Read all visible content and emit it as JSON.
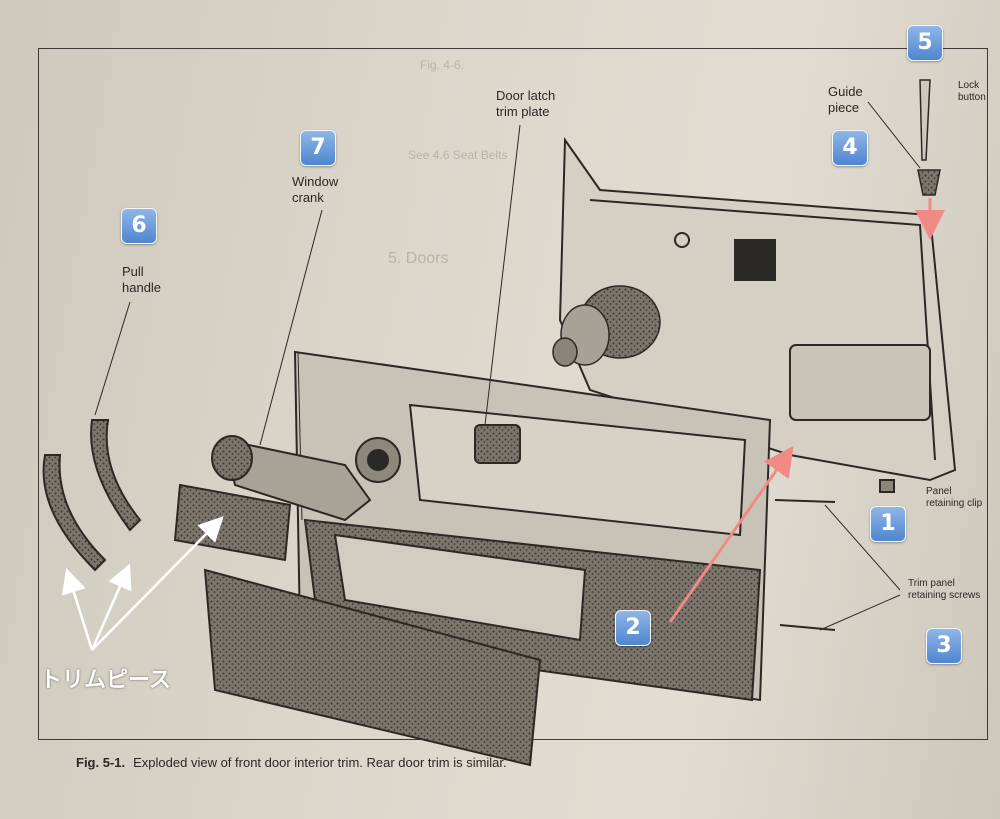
{
  "figure": {
    "caption_number": "Fig. 5-1.",
    "caption_text": "Exploded view of front door interior trim. Rear door trim is similar."
  },
  "callouts": {
    "door_latch_trim_plate": "Door latch\ntrim plate",
    "window_crank": "Window\ncrank",
    "pull_handle": "Pull\nhandle",
    "guide_piece": "Guide\npiece",
    "lock_button": "Lock\nbutton",
    "panel_retaining_clip": "Panel\nretaining clip",
    "trim_panel_retaining_screws": "Trim panel\nretaining screws"
  },
  "badges": {
    "b1": "1",
    "b2": "2",
    "b3": "3",
    "b4": "4",
    "b5": "5",
    "b6": "6",
    "b7": "7"
  },
  "annotation_jp": "トリムピース",
  "background_text": {
    "section_heading": "5.  Doors",
    "fig_ref": "Fig. 4-6.",
    "see_ref": "See 4.6 Seat Belts"
  }
}
